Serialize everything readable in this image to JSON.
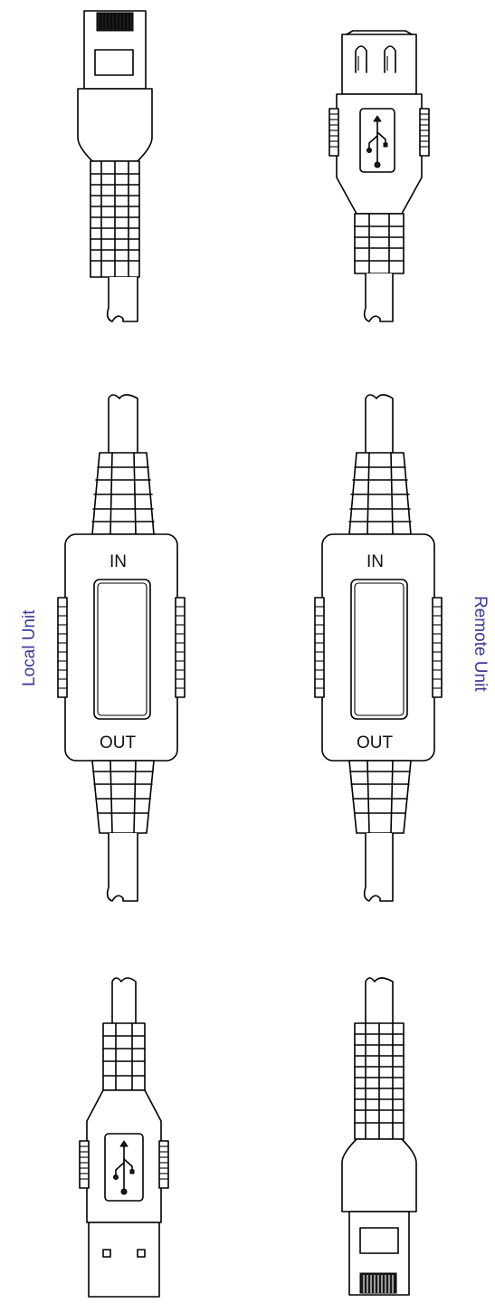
{
  "labels": {
    "local_unit": "Local Unit",
    "remote_unit": "Remote Unit",
    "local_in": "IN",
    "local_out": "OUT",
    "remote_in": "IN",
    "remote_out": "OUT"
  },
  "colors": {
    "unit_label": "#3a3a9a",
    "line": "#000000",
    "background": "#ffffff"
  },
  "connectors": {
    "top_left": "rj45-plug",
    "top_right": "usb-a-female",
    "bottom_left": "usb-a-male",
    "bottom_right": "rj45-plug"
  }
}
